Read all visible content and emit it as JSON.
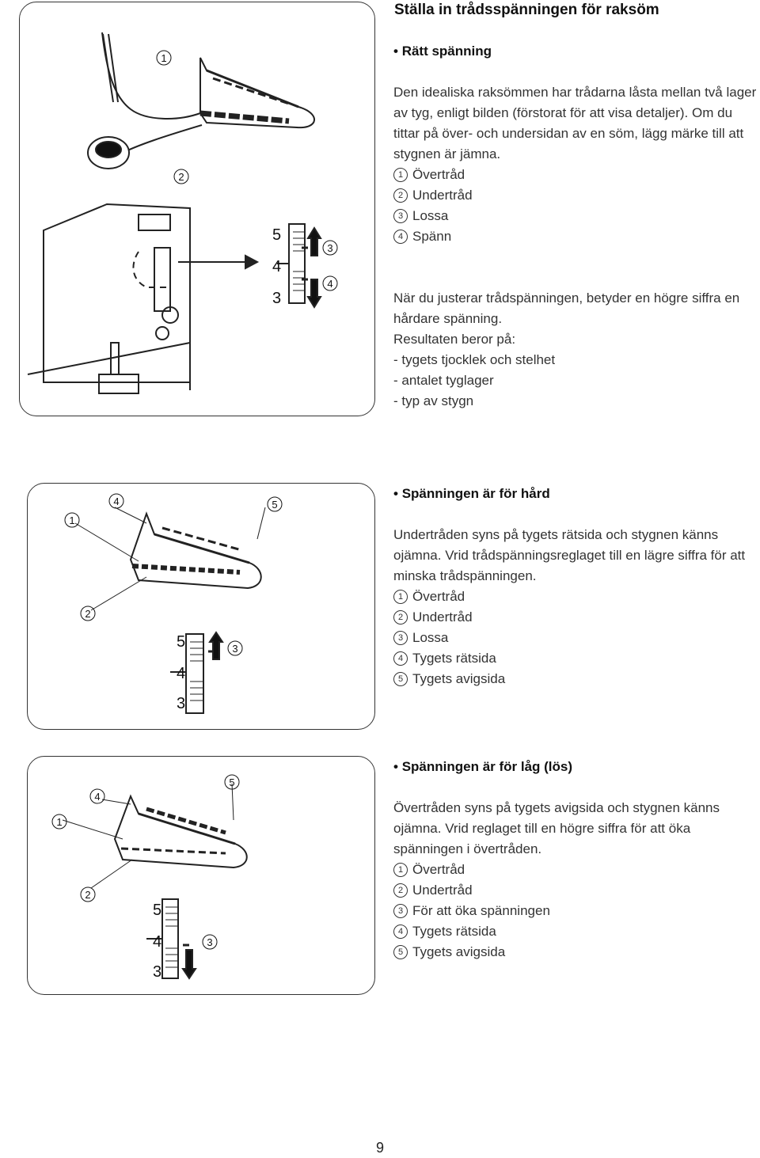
{
  "page_title": "Ställa in trådsspänningen för raksöm",
  "page_number": "9",
  "sections": [
    {
      "heading": "Rätt spänning",
      "paragraphs": [
        "Den idealiska raksömmen har trådarna låsta mellan två lager av tyg, enligt bilden (förstorat för att visa detaljer). Om du tittar på över- och undersidan av en söm, lägg märke till att stygnen är jämna."
      ],
      "legend": [
        "Övertråd",
        "Undertråd",
        "Lossa",
        "Spänn"
      ],
      "paragraphs_after": [
        "När du justerar trådspänningen, betyder en högre siffra en hårdare spänning.",
        "Resultaten beror på:"
      ],
      "dash_list": [
        "tygets tjocklek och stelhet",
        "antalet tyglager",
        "typ av stygn"
      ]
    },
    {
      "heading": "Spänningen är för hård",
      "paragraphs": [
        "Undertråden syns på tygets rätsida och stygnen känns ojämna. Vrid trådspänningsreglaget till en lägre siffra för att minska trådspänningen."
      ],
      "legend": [
        "Övertråd",
        "Undertråd",
        "Lossa",
        "Tygets rätsida",
        "Tygets avigsida"
      ]
    },
    {
      "heading": "Spänningen är för låg (lös)",
      "paragraphs": [
        "Övertråden syns på tygets avigsida och stygnen känns ojämna. Vrid reglaget till en högre siffra för att öka spänningen i övertråden."
      ],
      "legend": [
        "Övertråd",
        "Undertråd",
        "För att öka spänningen",
        "Tygets rätsida",
        "Tygets avigsida"
      ]
    }
  ],
  "callouts": [
    "1",
    "2",
    "3",
    "4",
    "5"
  ],
  "dial_numbers": [
    "5",
    "4",
    "3"
  ]
}
